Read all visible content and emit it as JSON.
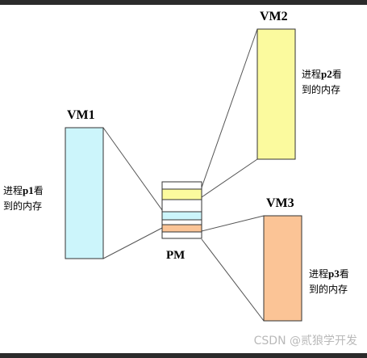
{
  "diagram": {
    "vm1": {
      "title": "VM1",
      "desc_prefix": "进程",
      "desc_pid": "p1",
      "desc_suffix": "看",
      "desc_line2": "到的内存",
      "fill": "#ccf5fb"
    },
    "vm2": {
      "title": "VM2",
      "desc_prefix": "进程",
      "desc_pid": "p2",
      "desc_suffix": "看",
      "desc_line2": "到的内存",
      "fill": "#fbfa9e"
    },
    "vm3": {
      "title": "VM3",
      "desc_prefix": "进程",
      "desc_pid": "p3",
      "desc_suffix": "看",
      "desc_line2": "到的内存",
      "fill": "#fbc496"
    },
    "pm": {
      "title": "PM",
      "segments": [
        "#ffffff",
        "#fbfa9e",
        "#ffffff",
        "#ccf5fb",
        "#ffffff",
        "#fbc496",
        "#ffffff"
      ]
    }
  },
  "watermark": "CSDN @贰狼学开发"
}
